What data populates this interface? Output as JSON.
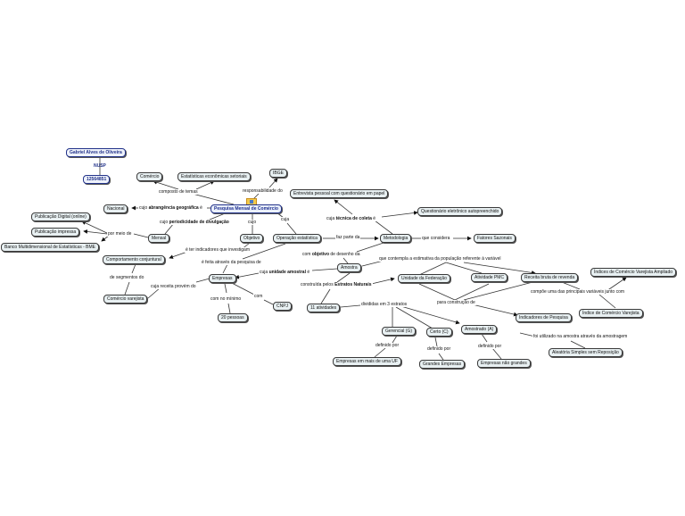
{
  "author": {
    "name": "Gabriel Alves de Oliveira",
    "id_label": "NUSP",
    "id_value": "12564851"
  },
  "central_concept": "Pesquisa Mensal de Comércio",
  "nodes": {
    "comercio": "Comércio",
    "estatisticas": "Estatísticas econômicas setoriais",
    "ibge": "IBGE",
    "nacional": "Nacional",
    "mensal": "Mensal",
    "objetivo": "Objetivo",
    "operacao": "Operação estatística",
    "pub_digital": "Publicação Digital (online)",
    "pub_impressa": "Publicação impressa",
    "bme": "Banco Multidimensional de Estatísticas - BME",
    "comportamento": "Comportamento conjuntural",
    "comercio_varejista": "Comércio varejista",
    "empresas": "Empresas",
    "cnpj": "CNPJ",
    "vinte_pessoas": "20 pessoas",
    "entrevista": "Entrevista pessoal com questionário em papel",
    "questionario": "Questionário eletrônico autopreenchido",
    "metodologia": "Metodologia",
    "fatores": "Fatores Sazonais",
    "amostra": "Amostra",
    "onze_atividades": "11 atividades",
    "uf": "Unidade da Federação",
    "atividade_pmc": "Atividade PMC",
    "receita": "Receita bruta de revenda",
    "icva": "Índices de Comércio Varejista Ampliado",
    "icv": "Índice de Comércio Varejista",
    "indicadores": "Indicadores de Pesquisa",
    "gerencial": "Gerencial (G)",
    "certo": "Certo (C)",
    "amostrado": "Amostrado (A)",
    "aleatoria": "Aleatória Simples sem Reposição",
    "emp_uf": "Empresas em mais de uma UF",
    "grandes": "Grandes Empresas",
    "nao_grandes": "Empresas não grandes"
  },
  "links": {
    "composto_de_temas": "composto de temas",
    "responsabilidade_do": "responsabilidade do",
    "abrangencia_pre": "cujo ",
    "abrangencia_bold": "abrangência geográfica",
    "abrangencia_post": " é",
    "periodicidade_pre": "cujo ",
    "periodicidade_bold": "periodicidade de divulgação",
    "cujo_obj": "cujo",
    "cuja_op": "cuja",
    "por_meio_de": "por meio de",
    "indicadores_que": "é ter indicadores que investigam",
    "feita_atraves": "é feita através da pesquisa de",
    "segmentos_do": "de segmentos do",
    "receita_provem": "cuja receita provém do",
    "com_no_minimo": "com no mínimo",
    "com": "com",
    "unidade_pre": "cuja ",
    "unidade_bold": "unidade amostral",
    "unidade_post": " é",
    "tecnica_pre": "cuja ",
    "tecnica_bold": "técnica de coleta",
    "tecnica_post": " é",
    "faz_parte_da": "faz parte da",
    "que_considera": "que considera",
    "objetivo_pre": "com ",
    "objetivo_bold": "objetivo",
    "objetivo_post": " de desenho da",
    "contempla": "que contempla a estimativa da população referente à variável",
    "estratos_pre": "construída pelos ",
    "estratos_bold": "Estratos Naturais",
    "divididas": "divididas em 3 estratos",
    "para_construcao": "para construção de",
    "compoe": "compõe uma das principais variáveis junto com",
    "utilizado": "foi utilizado na amostra através da amostragem",
    "definido_g": "definido por",
    "definido_c": "definido por",
    "definido_a": "definido por"
  }
}
